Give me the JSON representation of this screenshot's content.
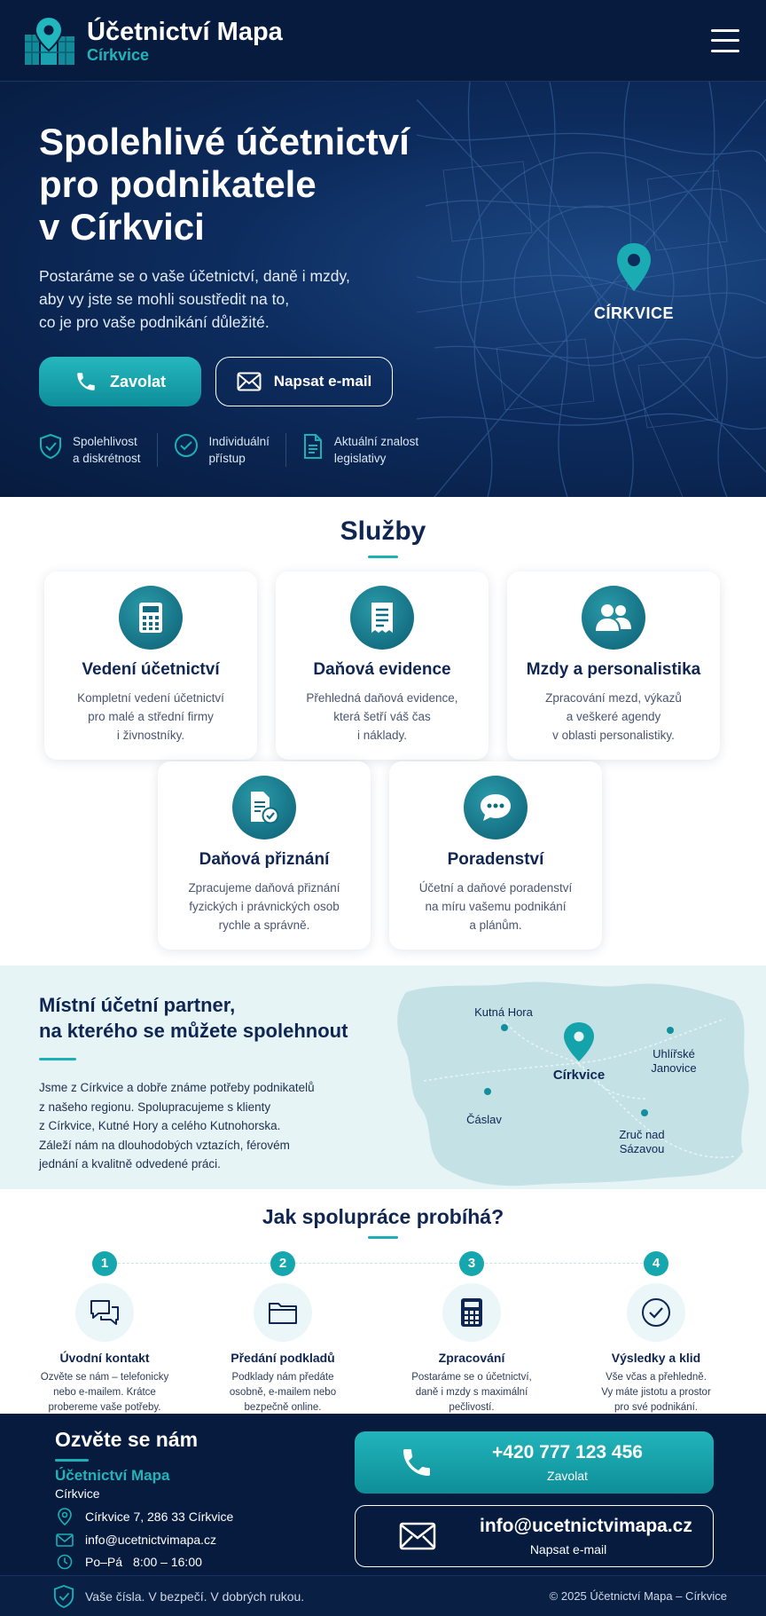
{
  "header": {
    "brand_name": "Účetnictví Mapa",
    "brand_town": "Církvice",
    "menu_icon": "hamburger-menu-icon"
  },
  "hero": {
    "title_line1": "Spolehlivé účetnictví",
    "title_line2": "pro podnikatele",
    "title_line3": "v Církvici",
    "subtitle": "Postaráme se o vaše účetnictví, daně i mzdy,\naby vy jste se mohli soustředit na to,\nco je pro vaše podnikání důležité.",
    "call_label": "Zavolat",
    "email_label": "Napsat e-mail",
    "map_pin_label": "CÍRKVICE",
    "features": [
      {
        "icon": "shield-check-icon",
        "text": "Spolehlivost\na diskrétnost"
      },
      {
        "icon": "check-circle-icon",
        "text": "Individuální\npřístup"
      },
      {
        "icon": "document-icon",
        "text": "Aktuální znalost\nlegislativy"
      }
    ]
  },
  "services": {
    "title": "Služby",
    "items": [
      {
        "icon": "calculator-icon",
        "title": "Vedení účetnictví",
        "desc": "Kompletní vedení účetnictví\npro malé a střední firmy\ni živnostníky."
      },
      {
        "icon": "receipt-icon",
        "title": "Daňová evidence",
        "desc": "Přehledná daňová evidence,\nkterá šetří váš čas\ni náklady."
      },
      {
        "icon": "people-icon",
        "title": "Mzdy a personalistika",
        "desc": "Zpracování mezd, výkazů\na veškeré agendy\nv oblasti personalistiky."
      },
      {
        "icon": "tax-document-check-icon",
        "title": "Daňová přiznání",
        "desc": "Zpracujeme daňová přiznání\nfyzických i právnických osob\nrychle a správně."
      },
      {
        "icon": "chat-bubble-icon",
        "title": "Poradenství",
        "desc": "Účetní a daňové poradenství\nna míru vašemu podnikání\na plánům."
      }
    ]
  },
  "local": {
    "title": "Místní účetní partner,\nna kterého se můžete spolehnout",
    "text": "Jsme z Církvice a dobře známe potřeby podnikatelů\nz našeho regionu. Spolupracujeme s klienty\nz Církvice, Kutné Hory a celého Kutnohorska.\nZáleží nám na dlouhodobých vztazích, férovém\njednání a kvalitně odvedené práci.",
    "map_labels": {
      "kutna_hora": "Kutná Hora",
      "cirkvice": "Církvice",
      "uhlirske_1": "Uhlířské",
      "uhlirske_2": "Janovice",
      "caslav": "Čáslav",
      "zruc_1": "Zruč nad",
      "zruc_2": "Sázavou"
    }
  },
  "process": {
    "title": "Jak spolupráce probíhá?",
    "steps": [
      {
        "num": "1",
        "icon": "chat-bubbles-icon",
        "title": "Úvodní kontakt",
        "desc": "Ozvěte se nám – telefonicky\nnebo e-mailem. Krátce\nprobereme vaše potřeby."
      },
      {
        "num": "2",
        "icon": "folder-icon",
        "title": "Předání podkladů",
        "desc": "Podklady nám předáte\nosobně, e-mailem nebo\nbezpečně online."
      },
      {
        "num": "3",
        "icon": "calculator-icon",
        "title": "Zpracování",
        "desc": "Postaráme se o účetnictví,\ndaně i mzdy s maximální\npečlivostí."
      },
      {
        "num": "4",
        "icon": "check-circle-icon",
        "title": "Výsledky a klid",
        "desc": "Vše včas a přehledně.\nVy máte jistotu a prostor\npro své podnikání."
      }
    ]
  },
  "contact": {
    "title": "Ozvěte se nám",
    "brand": "Účetnictví Mapa",
    "town": "Církvice",
    "address": "Církvice 7, 286 33 Církvice",
    "email": "info@ucetnictvimapa.cz",
    "hours_days": "Po–Pá",
    "hours_time": "8:00 – 16:00",
    "phone_big": "+420 777 123 456",
    "phone_small": "Zavolat",
    "email_big": "info@ucetnictvimapa.cz",
    "email_small": "Napsat e-mail"
  },
  "footer": {
    "tagline": "Vaše čísla. V bezpečí. V dobrých rukou.",
    "copyright": "© 2025 Účetnictví Mapa – Církvice"
  },
  "colors": {
    "navy": "#071b3e",
    "teal": "#1ab0b6",
    "light_teal_bg": "#e6f4f5"
  }
}
